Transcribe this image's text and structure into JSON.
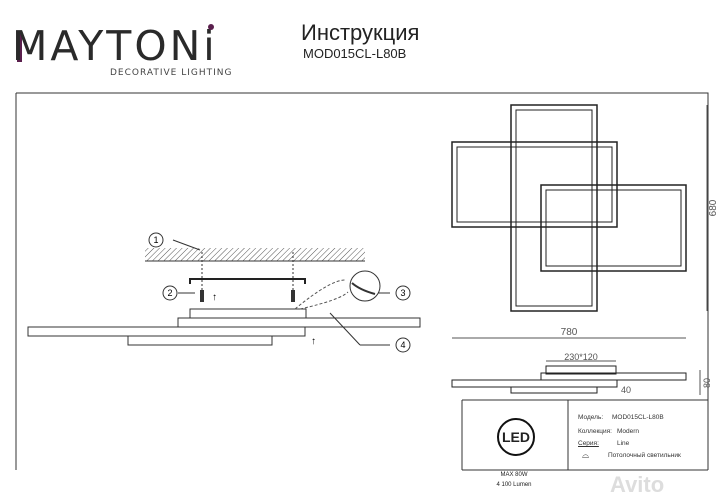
{
  "header": {
    "brand": "MAYTONi",
    "brand_tagline": "DECORATIVE LIGHTING",
    "title": "Инструкция",
    "model": "MOD015CL-L80B"
  },
  "installation_diagram": {
    "callouts": [
      "1",
      "2",
      "3",
      "4"
    ]
  },
  "dimensions": {
    "width": "780",
    "height": "680",
    "base": "230*120",
    "depth": "80",
    "offset": "40"
  },
  "spec_table": {
    "badge": "LED",
    "power": "MAX 80W",
    "lumen": "4 100 Lumen",
    "model_label": "Модель:",
    "model_value": "MOD015CL-L80B",
    "collection_label": "Коллекция:",
    "collection_value": "Modern",
    "series_label": "Серия:",
    "series_value": "Line",
    "type": "Потолочный светильник"
  },
  "watermark": "Avito"
}
